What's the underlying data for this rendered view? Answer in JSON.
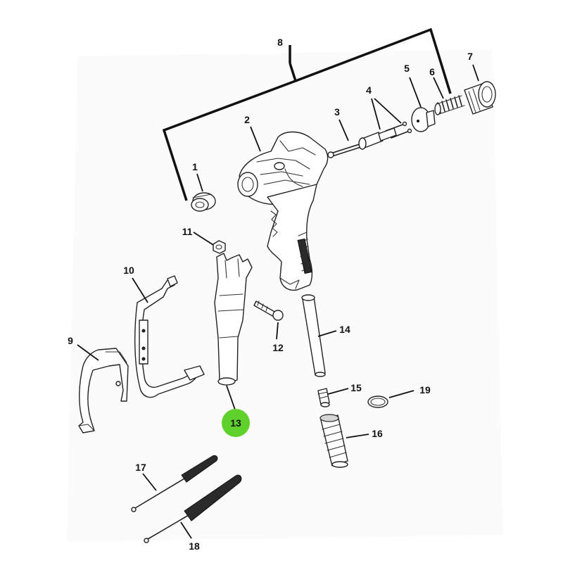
{
  "diagram": {
    "callouts": {
      "c1": "1",
      "c2": "2",
      "c3": "3",
      "c4": "4",
      "c5": "5",
      "c6": "6",
      "c7": "7",
      "c8": "8",
      "c9": "9",
      "c10": "10",
      "c11": "11",
      "c12": "12",
      "c13": "13",
      "c14": "14",
      "c15": "15",
      "c16": "16",
      "c17": "17",
      "c18": "18",
      "c19": "19"
    },
    "highlighted_callout": "13",
    "highlight_color": "#5fd12c"
  }
}
